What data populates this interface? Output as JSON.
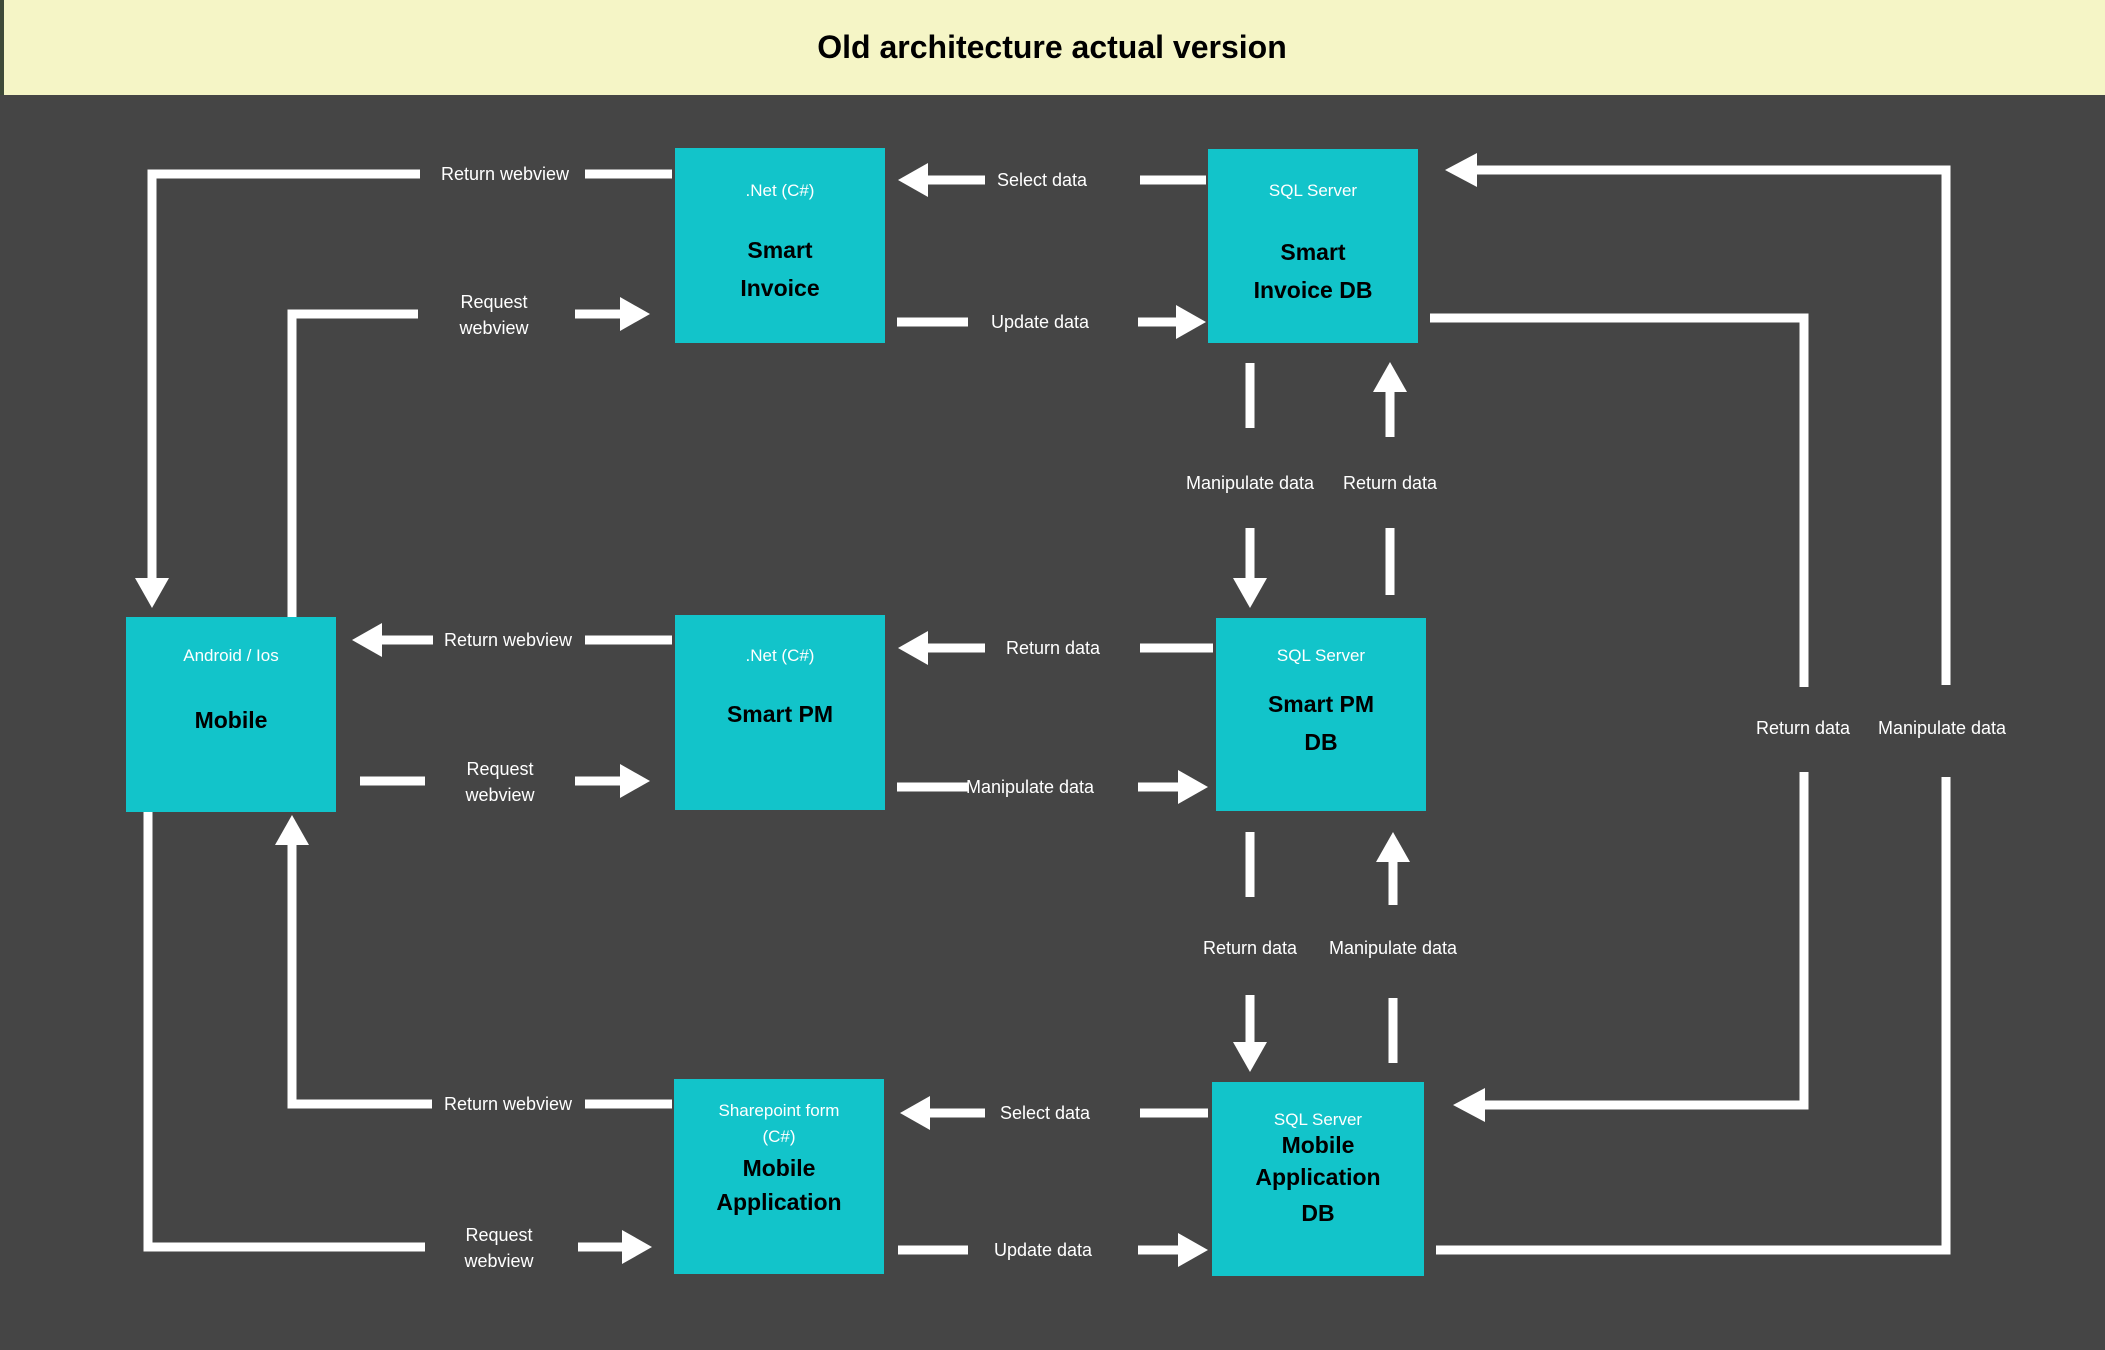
{
  "title": "Old architecture actual version",
  "colors": {
    "background": "#454545",
    "banner": "#f5f5c6",
    "banner_edge": "#3e4a38",
    "node": "#12c4ca",
    "line": "#ffffff",
    "node_title_text": "#000000",
    "node_subtitle_text": "#ffffff"
  },
  "nodes": {
    "mobile": {
      "subtitle": [
        "Android / Ios"
      ],
      "title": [
        "Mobile"
      ]
    },
    "smart_invoice": {
      "subtitle": [
        ".Net (C#)"
      ],
      "title": [
        "Smart",
        "Invoice"
      ]
    },
    "smart_invoice_db": {
      "subtitle": [
        "SQL Server"
      ],
      "title": [
        "Smart",
        "Invoice DB"
      ]
    },
    "smart_pm": {
      "subtitle": [
        ".Net (C#)"
      ],
      "title": [
        "Smart PM"
      ]
    },
    "smart_pm_db": {
      "subtitle": [
        "SQL Server"
      ],
      "title": [
        "Smart PM",
        "DB"
      ]
    },
    "mobile_application": {
      "subtitle": [
        "Sharepoint form",
        "(C#)"
      ],
      "title": [
        "Mobile",
        "Application"
      ]
    },
    "mobile_application_db": {
      "subtitle": [
        "SQL Server"
      ],
      "title": [
        "Mobile",
        "Application",
        "DB"
      ]
    }
  },
  "flows": {
    "top_return_webview": {
      "label": "Return webview"
    },
    "top_request_webview": {
      "label_lines": [
        "Request",
        "webview"
      ]
    },
    "top_select_data": {
      "label": "Select data"
    },
    "top_update_data": {
      "label": "Update data"
    },
    "db1_db2_manipulate": {
      "label": "Manipulate data"
    },
    "db1_db2_return": {
      "label": "Return data"
    },
    "mid_return_webview": {
      "label": "Return webview"
    },
    "mid_request_webview": {
      "label_lines": [
        "Request",
        "webview"
      ]
    },
    "mid_return_data": {
      "label": "Return data"
    },
    "mid_manipulate_data": {
      "label": "Manipulate data"
    },
    "db2_db3_return": {
      "label": "Return data"
    },
    "db2_db3_manipulate": {
      "label": "Manipulate data"
    },
    "bottom_return_webview": {
      "label": "Return webview"
    },
    "bottom_request_webview": {
      "label_lines": [
        "Request",
        "webview"
      ]
    },
    "bottom_select_data": {
      "label": "Select data"
    },
    "bottom_update_data": {
      "label": "Update data"
    },
    "right_return_data": {
      "label": "Return data"
    },
    "right_manipulate_data": {
      "label": "Manipulate data"
    }
  }
}
